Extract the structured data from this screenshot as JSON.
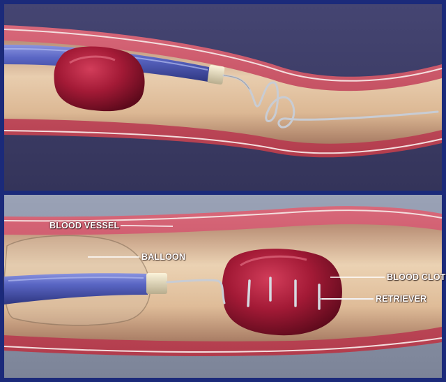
{
  "panels": [
    {
      "name": "top-panel",
      "background_color": "#3a3a62",
      "objects": [
        "catheter",
        "blood-clot",
        "coiled-retriever-wire"
      ]
    },
    {
      "name": "bottom-panel",
      "background_color": "#8a92a6",
      "objects": [
        "catheter",
        "balloon",
        "blood-clot",
        "retriever"
      ]
    }
  ],
  "labels": {
    "blood_vessel": "BLOOD VESSEL",
    "balloon": "BALLOON",
    "blood_clot": "BLOOD CLOT",
    "retriever": "RETRIEVER"
  },
  "colors": {
    "frame": "#1b2a7a",
    "vessel_wall": "#c9505c",
    "vessel_lumen": "#e6c6a4",
    "catheter": "#5560b8",
    "clot": "#9a1a34",
    "wire": "#c8ccd4"
  }
}
